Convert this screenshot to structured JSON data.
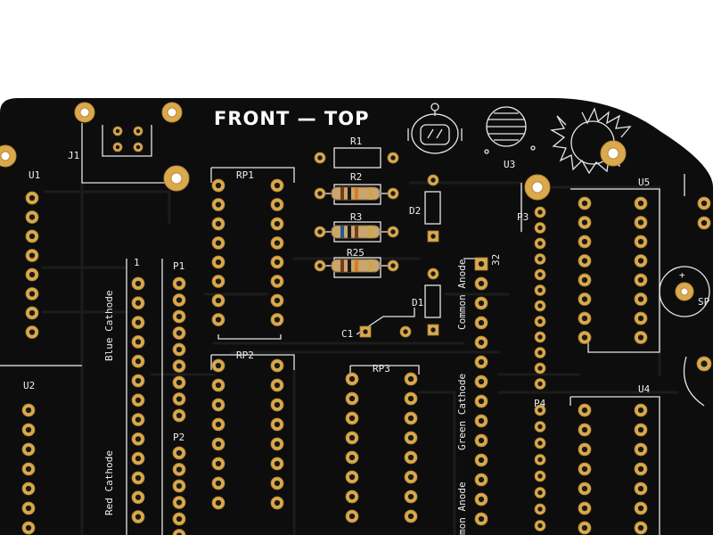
{
  "board": {
    "title": "FRONT — TOP",
    "colors": {
      "mask": "#0d0d0d",
      "gold": "#d9a94b",
      "silk": "#e6e6e6",
      "background": "#ffffff"
    },
    "labels": {
      "j1": "J1",
      "u1": "U1",
      "u2": "U2",
      "u3": "U3",
      "u4": "U4",
      "u5": "U5",
      "rp1": "RP1",
      "rp2": "RP2",
      "rp3": "RP3",
      "r1": "R1",
      "r2": "R2",
      "r3": "R3",
      "r25": "R25",
      "d1": "D1",
      "d2": "D2",
      "c1": "C1",
      "p1": "P1",
      "p2": "P2",
      "p3": "P3",
      "p4": "P4",
      "sp": "SP",
      "plus": "+",
      "pin1": "1",
      "pin32": "32"
    },
    "rotated_labels": {
      "blue_cathode": "Blue Cathode",
      "red_cathode": "Red Cathode",
      "common_anode_top": "Common Anode",
      "green_cathode": "Green Cathode",
      "common_anode_bottom": "mon Anode"
    },
    "graphics": [
      "robot-head-logo",
      "planet-logo",
      "sun-logo"
    ]
  }
}
